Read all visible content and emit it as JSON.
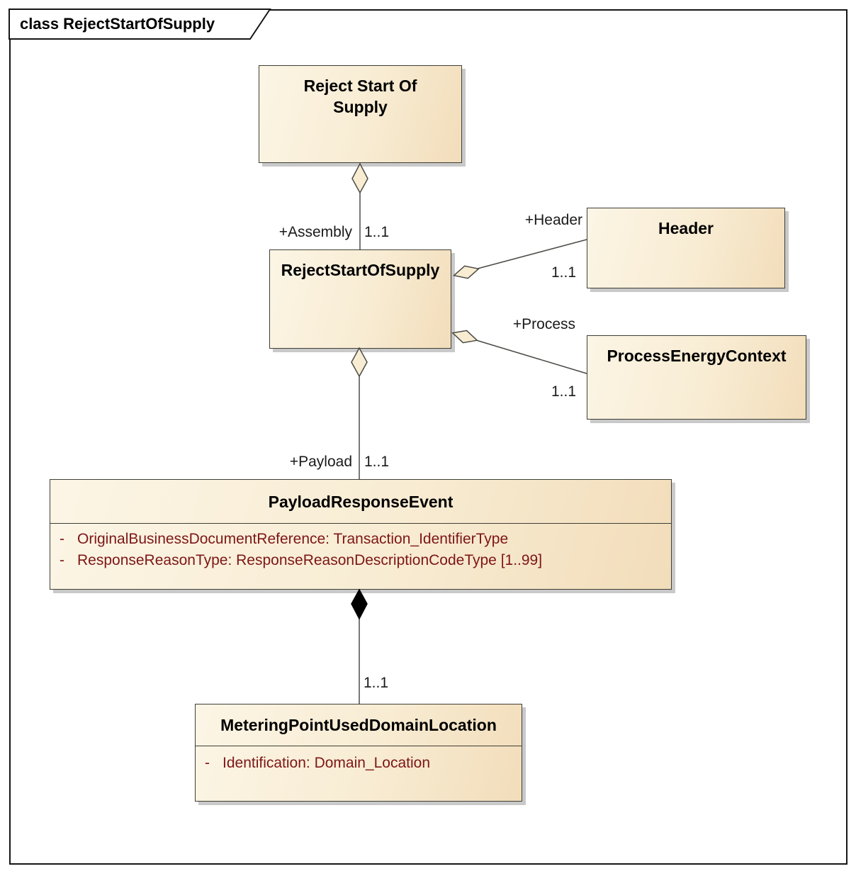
{
  "diagram": {
    "type": "uml-class-diagram",
    "title_tab": "class RejectStartOfSupply"
  },
  "boxes": {
    "reject_start_of_supply_top": {
      "name": "Reject Start Of Supply"
    },
    "reject_start_of_supply": {
      "name": "RejectStartOfSupply"
    },
    "header": {
      "name": "Header"
    },
    "process_energy_context": {
      "name": "ProcessEnergyContext"
    },
    "payload_response_event": {
      "name": "PayloadResponseEvent",
      "attributes": [
        {
          "visibility": "-",
          "text": "OriginalBusinessDocumentReference: Transaction_IdentifierType"
        },
        {
          "visibility": "-",
          "text": "ResponseReasonType: ResponseReasonDescriptionCodeType [1..99]"
        }
      ]
    },
    "metering_point_used_domain_location": {
      "name": "MeteringPointUsedDomainLocation",
      "attributes": [
        {
          "visibility": "-",
          "text": "Identification: Domain_Location"
        }
      ]
    }
  },
  "relations": {
    "assembly": {
      "role": "+Assembly",
      "multiplicity": "1..1",
      "kind": "aggregation"
    },
    "header": {
      "role": "+Header",
      "multiplicity": "1..1",
      "kind": "aggregation"
    },
    "process": {
      "role": "+Process",
      "multiplicity": "1..1",
      "kind": "aggregation"
    },
    "payload": {
      "role": "+Payload",
      "multiplicity": "1..1",
      "kind": "aggregation"
    },
    "metering": {
      "multiplicity": "1..1",
      "kind": "composition"
    }
  },
  "colors": {
    "box_fill_light": "#fcf5e5",
    "box_fill_dark": "#f2ddba",
    "box_border": "#3e3e36",
    "box_shadow": "#c9c9c9",
    "attribute_text": "#7d1616",
    "connector_line": "#4a4a45",
    "composition_diamond": "#000000",
    "frame_border": "#161616",
    "background": "#ffffff"
  }
}
